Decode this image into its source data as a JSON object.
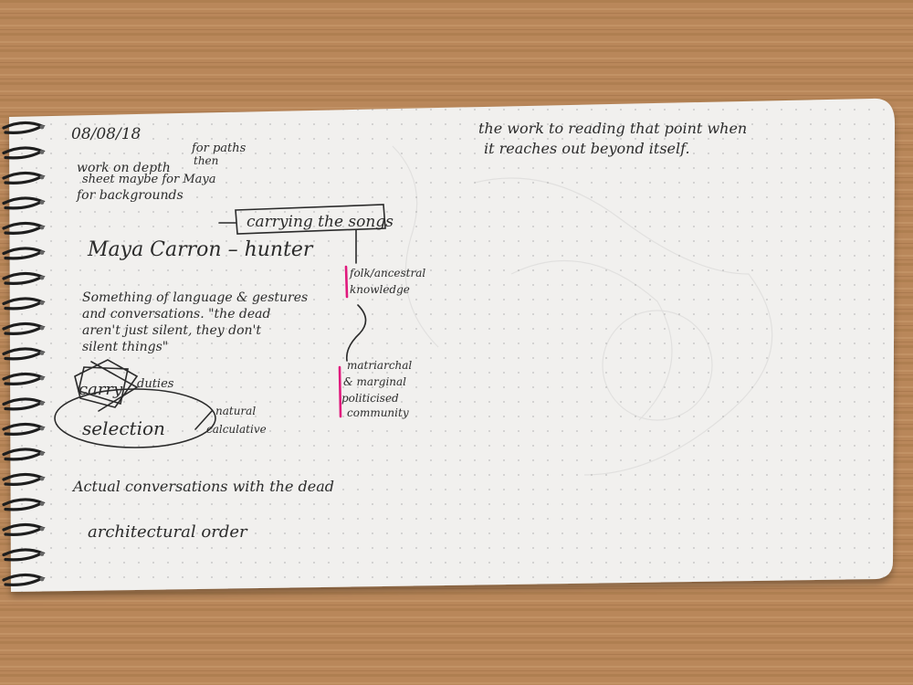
{
  "colors": {
    "wood": "#b9875a",
    "wood_dark": "#9d6d43",
    "paper": "#f1f0ee",
    "ink": "#2b2b2b",
    "highlighter": "#e0197d",
    "spiral": "#1e1e1e"
  },
  "icons": {
    "binding": "spiral-binding-icon"
  },
  "notes": {
    "date": "08/08/18",
    "work_on_depth": "work on depth",
    "for_paths": "for paths",
    "then": "then",
    "sheet_maybe": "sheet maybe for Maya",
    "for_backgrounds": "for backgrounds",
    "carrying_the_songs": "carrying the songs",
    "maya_line": "Maya Carron – hunter",
    "something_of_language_1": "Something of language & gestures",
    "something_of_language_2": "and conversations. \"the dead",
    "something_of_language_3": "aren't just silent, they don't",
    "something_of_language_4": "silent things\"",
    "folk_ancestral": "folk/ancestral",
    "knowledge": "knowledge",
    "matriarchal": "matriarchal",
    "and_marginal": "& marginal",
    "politicised": "politicised",
    "community": "community",
    "carry": "carry",
    "duties": "duties",
    "selection": "selection",
    "natural": "natural",
    "calculative": "calculative",
    "actual_conversations": "Actual conversations with the dead",
    "architectural_order": "architectural order",
    "work_reading_1": "the work to reading that point when",
    "work_reading_2": "it reaches out beyond itself."
  }
}
